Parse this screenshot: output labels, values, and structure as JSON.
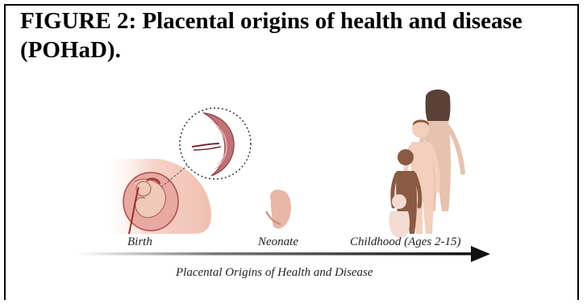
{
  "figure": {
    "title": "FIGURE 2: Placental origins of health and disease (POHaD).",
    "stage_labels": [
      "Birth",
      "Neonate",
      "Childhood (Ages 2-15)"
    ],
    "timeline_caption": "Placental Origins of Health and Disease"
  }
}
